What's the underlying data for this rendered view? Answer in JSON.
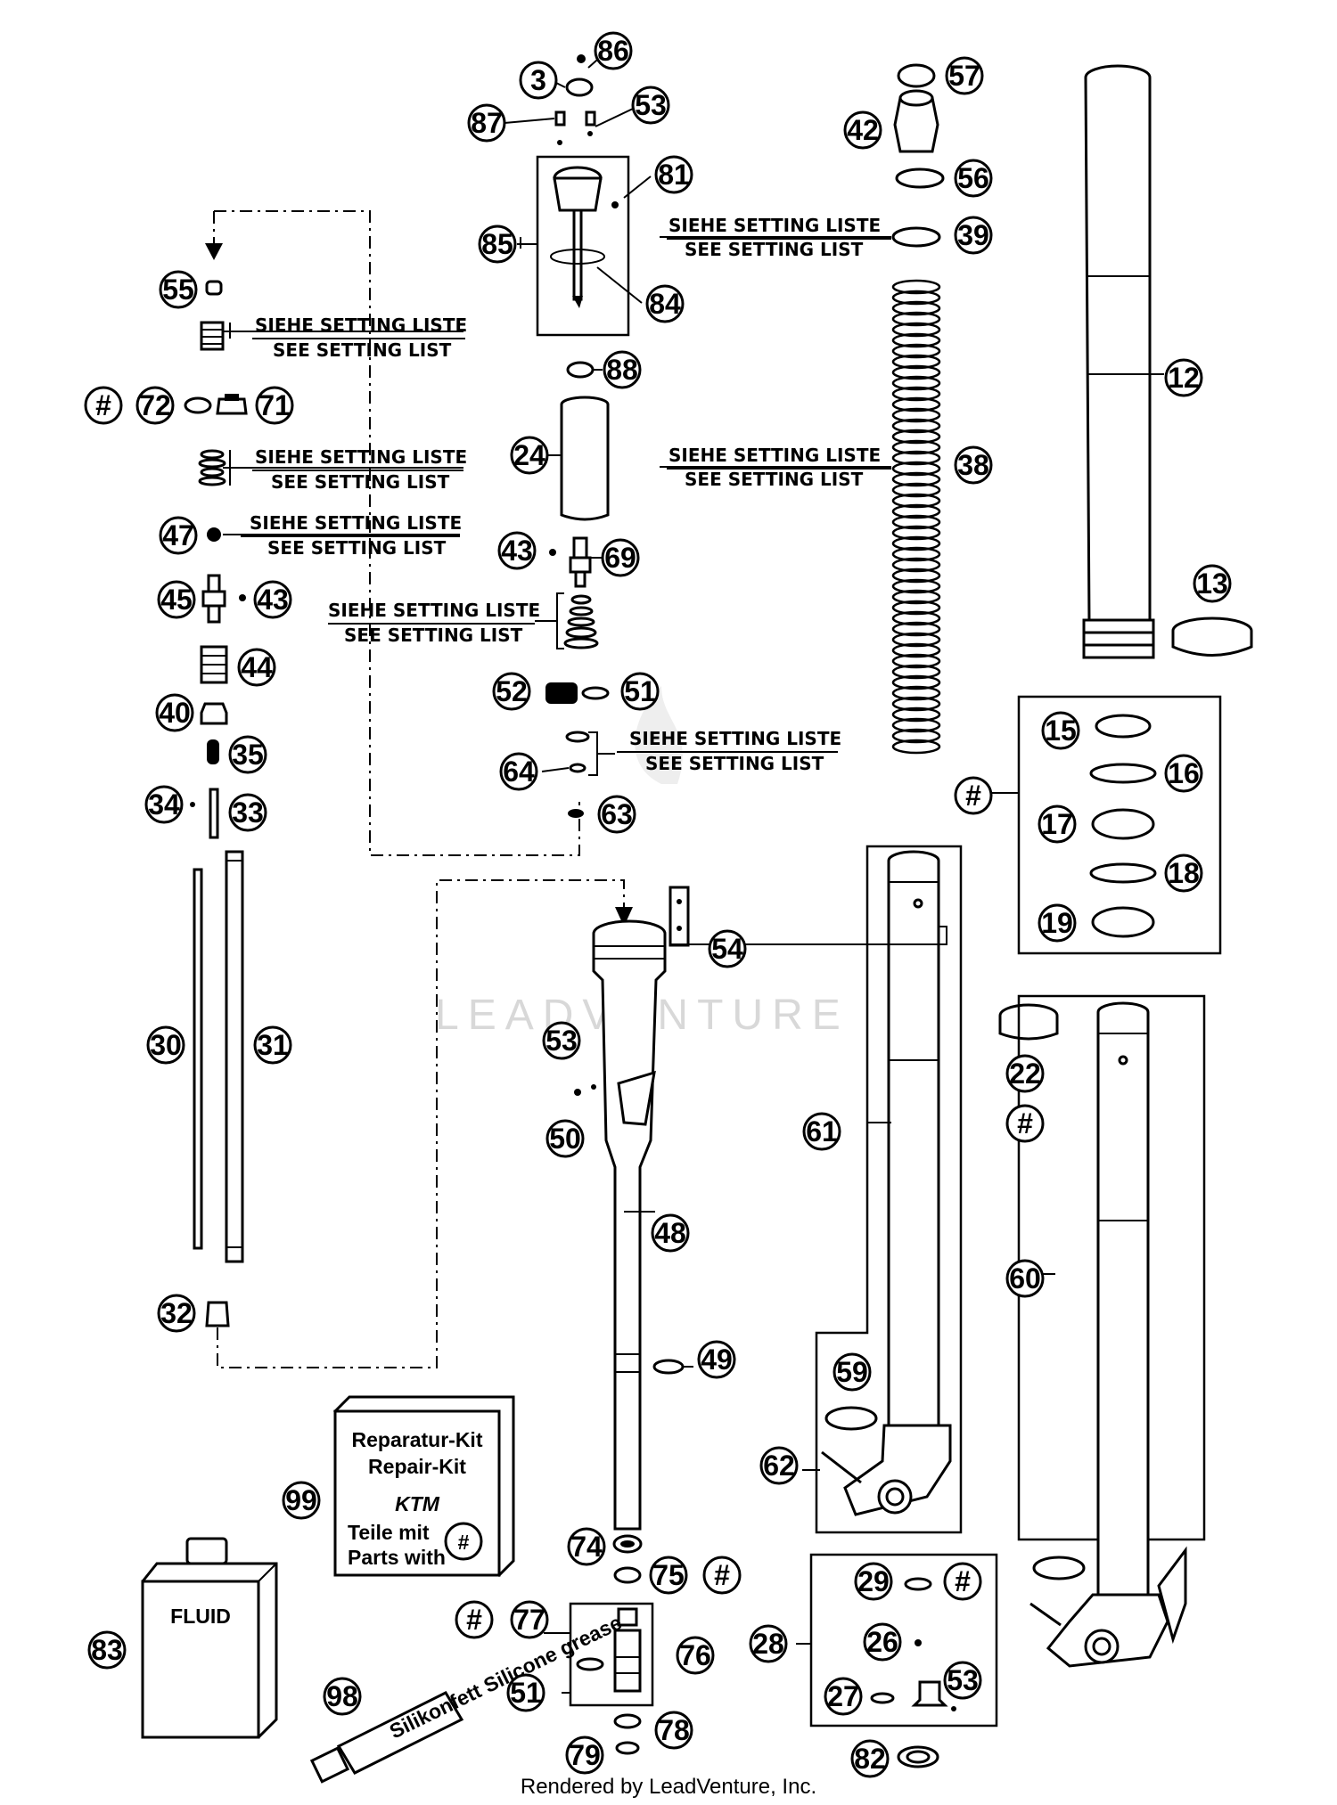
{
  "watermark": "LEADVENTURE",
  "footer": "Rendered by LeadVenture, Inc.",
  "setting_note": {
    "de": "SIEHE SETTING LISTE",
    "en": "SEE SETTING LIST"
  },
  "repair_kit": {
    "line1": "Reparatur-Kit",
    "line2": "Repair-Kit",
    "logo": "KTM",
    "line3": "Teile mit",
    "line4": "Parts with",
    "mark": "#"
  },
  "fluid_label": "FLUID",
  "tube_label": "Silikonfett Silicone grease",
  "callouts": {
    "c3": "3",
    "c12": "12",
    "c13": "13",
    "c15": "15",
    "c16": "16",
    "c17": "17",
    "c18": "18",
    "c19": "19",
    "c22": "22",
    "c24": "24",
    "c26": "26",
    "c27": "27",
    "c28": "28",
    "c29": "29",
    "c30": "30",
    "c31": "31",
    "c32": "32",
    "c33": "33",
    "c34": "34",
    "c35": "35",
    "c38": "38",
    "c39": "39",
    "c40": "40",
    "c42": "42",
    "c43a": "43",
    "c43b": "43",
    "c44": "44",
    "c45": "45",
    "c47": "47",
    "c48": "48",
    "c49": "49",
    "c50": "50",
    "c51a": "51",
    "c51b": "51",
    "c52": "52",
    "c53a": "53",
    "c53b": "53",
    "c53c": "53",
    "c54": "54",
    "c55": "55",
    "c56": "56",
    "c57": "57",
    "c59": "59",
    "c60": "60",
    "c61": "61",
    "c62": "62",
    "c63": "63",
    "c64": "64",
    "c69": "69",
    "c71": "71",
    "c72": "72",
    "c74": "74",
    "c75": "75",
    "c76": "76",
    "c77": "77",
    "c78": "78",
    "c79": "79",
    "c81": "81",
    "c82": "82",
    "c83": "83",
    "c84": "84",
    "c85": "85",
    "c86": "86",
    "c87": "87",
    "c88": "88",
    "c98": "98",
    "c99": "99",
    "h1": "#",
    "h2": "#",
    "h3": "#",
    "h4": "#",
    "h5": "#",
    "h6": "#",
    "h7": "#"
  }
}
